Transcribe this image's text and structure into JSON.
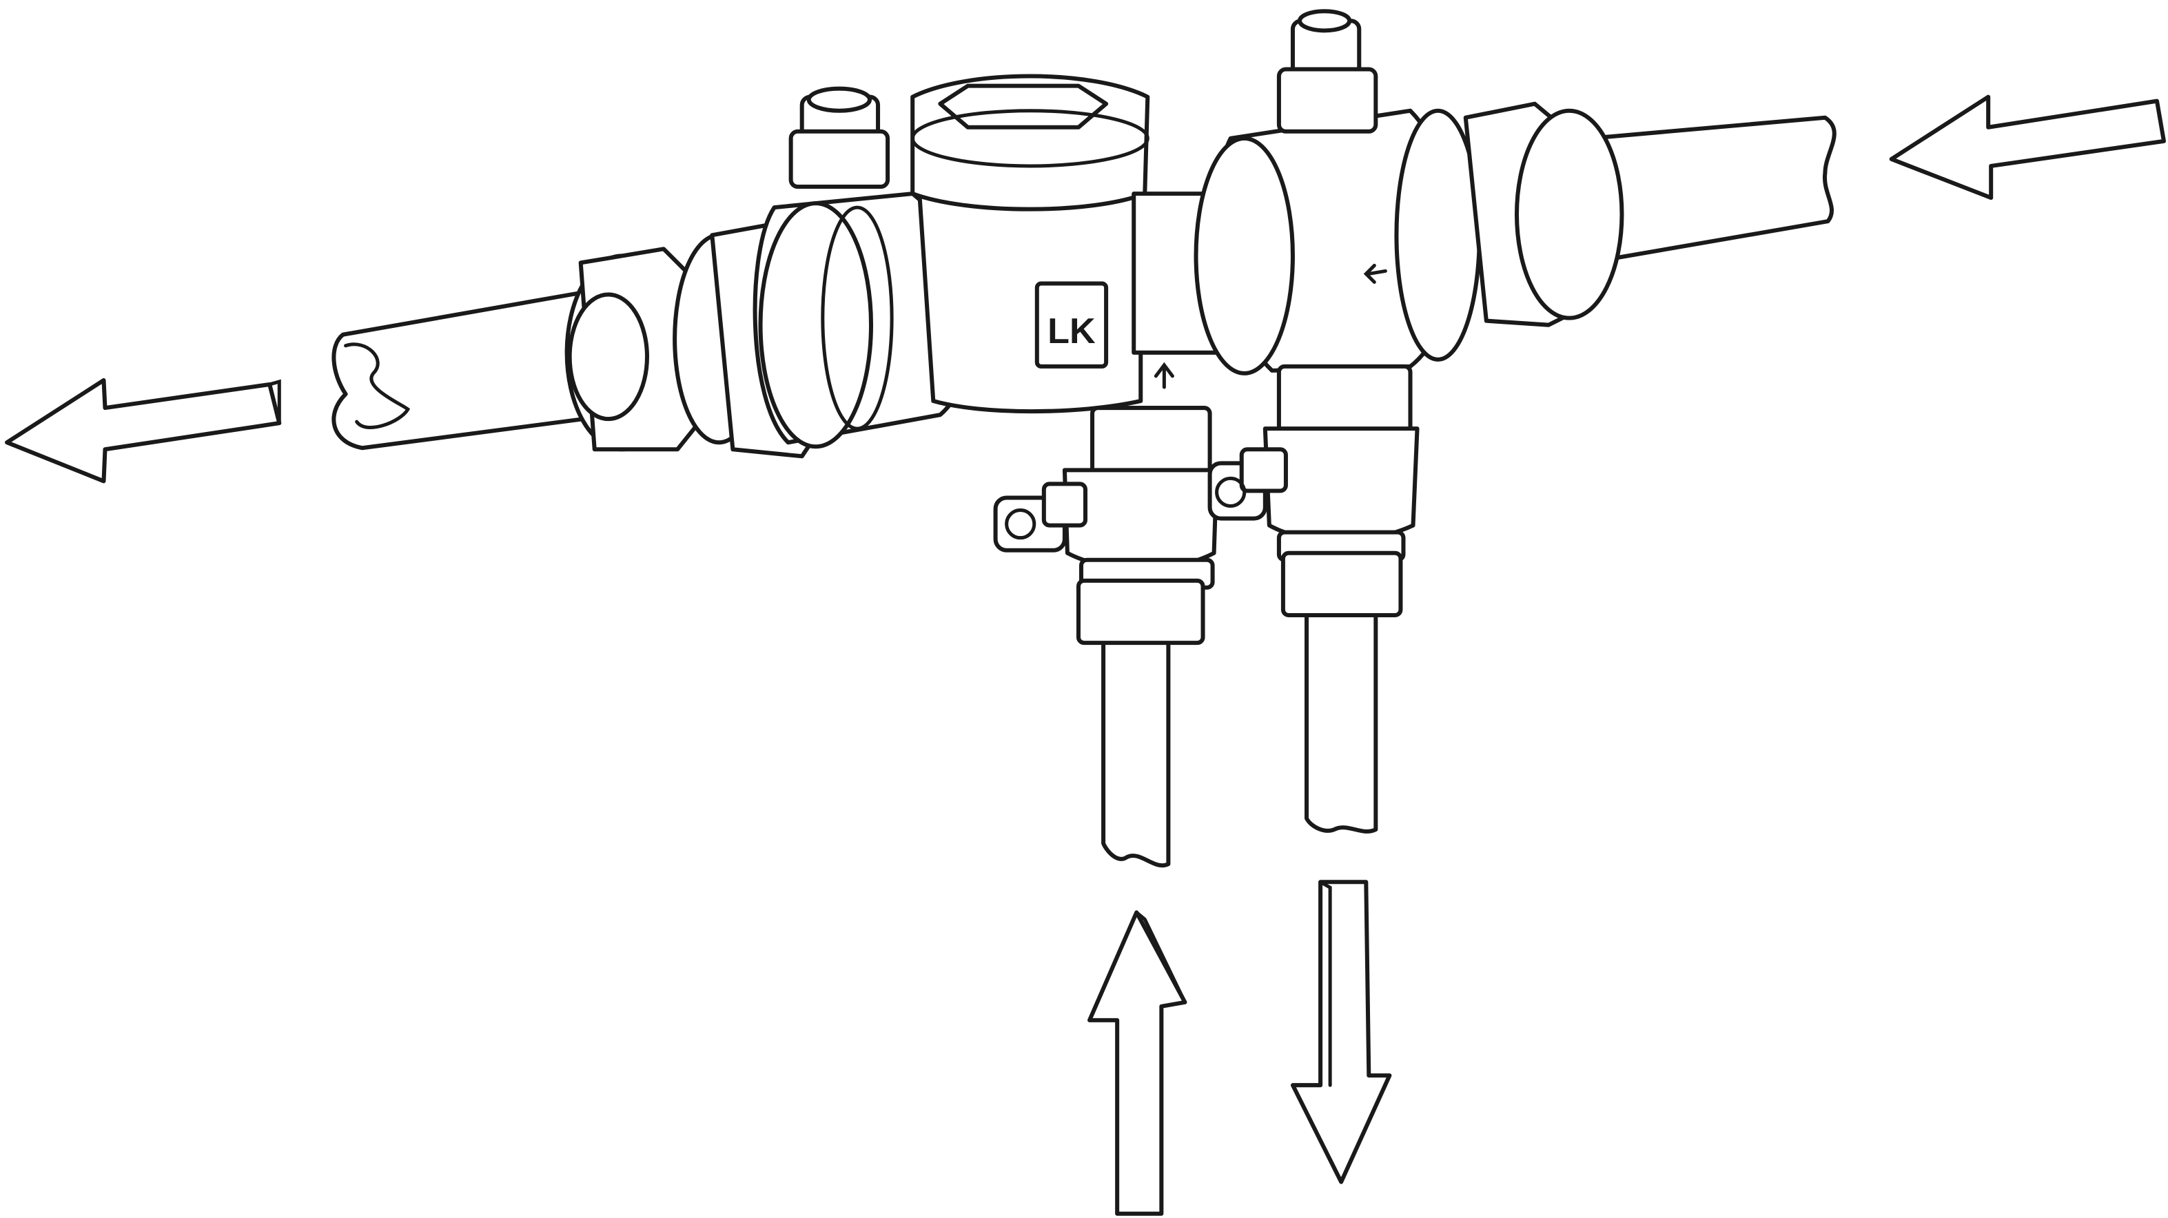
{
  "diagram": {
    "logo_text": "LK",
    "colors": {
      "line": "#1a1a1a",
      "background": "#ffffff"
    },
    "flow_arrows": [
      {
        "id": "outlet-left",
        "direction": "left"
      },
      {
        "id": "inlet-right",
        "direction": "left"
      },
      {
        "id": "branch-up",
        "direction": "up"
      },
      {
        "id": "branch-down",
        "direction": "down"
      }
    ]
  }
}
